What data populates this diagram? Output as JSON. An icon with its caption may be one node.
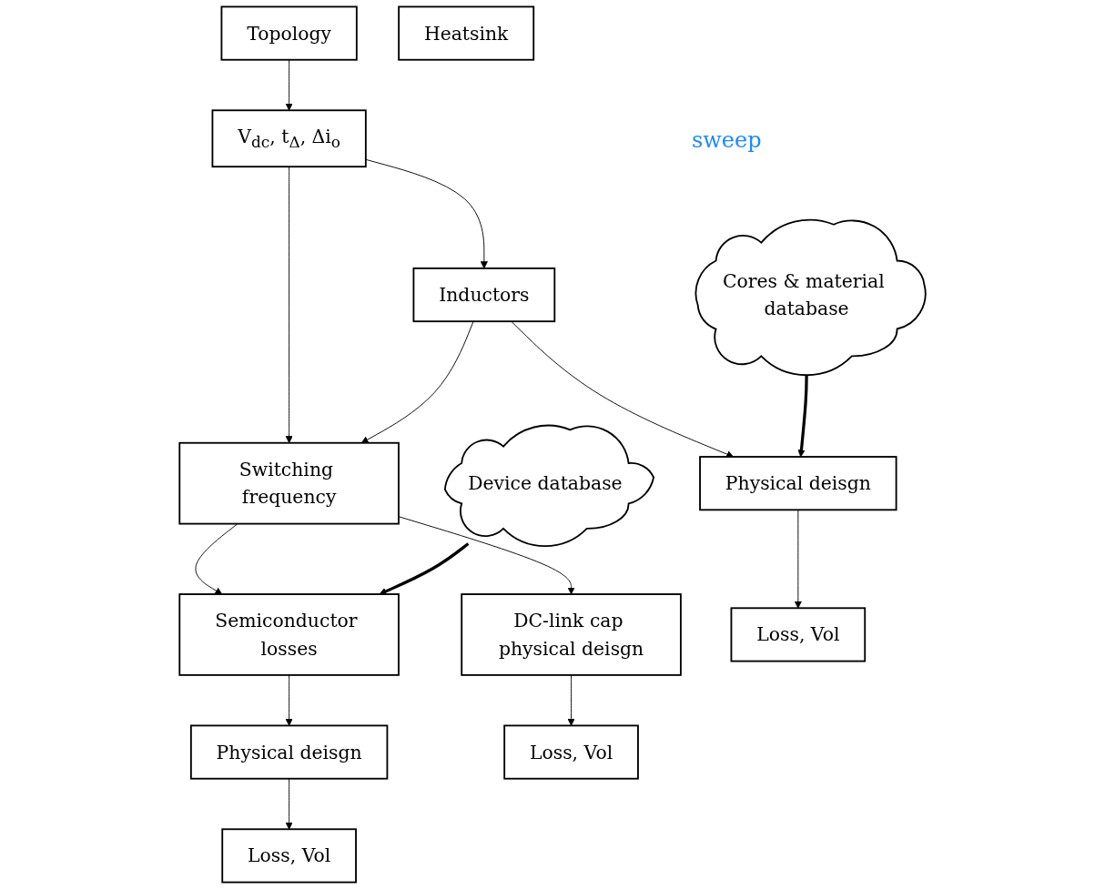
{
  "diagram": {
    "nodes": [
      {
        "text": [
          "Topology"
        ]
      },
      {
        "text": [
          "V$_{dc}$, t$_{Δ}$, Δi$_{o}$"
        ]
      },
      {
        "text": [
          "Inductors"
        ]
      },
      {
        "text": [
          "Switching frequency"
        ]
      },
      {
        "text": [
          "Cores & material database"
        ]
      },
      {
        "text": [
          "Physical deisgn"
        ]
      },
      {
        "text": [
          "DC-link cap physical deisgn"
        ]
      },
      {
        "text": [
          "Device database"
        ]
      },
      {
        "text": [
          "Semiconductor losses"
        ]
      },
      {
        "text": [
          "Physical deisgn"
        ]
      },
      {
        "text": [
          "Heatsink"
        ]
      },
      {
        "text": [
          "Loss, Vol"
        ]
      },
      {
        "text": [
          "Loss, Vol"
        ]
      },
      {
        "text": [
          "Loss, Vol"
        ]
      }
    ],
    "edges": [
      {
        "from": 0,
        "to": 1,
        "arrow": "to"
      },
      {
        "from": 1,
        "to": 2,
        "arrow": "to"
      },
      {
        "from": 1,
        "to": 3,
        "arrow": "to"
      },
      {
        "from": 2,
        "to": 3,
        "arrow": "to"
      },
      {
        "from": 3,
        "to": 6,
        "arrow": "to"
      },
      {
        "from": 2,
        "to": 5,
        "arrow": "to"
      },
      {
        "from": 3,
        "to": 8,
        "arrow": "to"
      },
      {
        "from": 4,
        "to": 5,
        "arrow": "to",
        "style": "thick"
      },
      {
        "from": 7,
        "to": 8,
        "arrow": "to",
        "style": "thick"
      },
      {
        "from": 8,
        "to": 9,
        "arrow": "to"
      },
      {
        "from": 5,
        "to": 11,
        "arrow": "to"
      },
      {
        "from": 6,
        "to": 12,
        "arrow": "to"
      },
      {
        "from": 9,
        "to": 13,
        "arrow": "to"
      }
    ],
    "labels": [
      "sweep"
    ]
  }
}
